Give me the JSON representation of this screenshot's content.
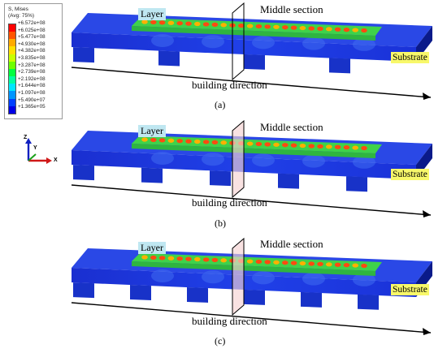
{
  "legend": {
    "title": "S, Mises",
    "subtitle": "(Avg: 75%)",
    "values": [
      "+6.572e+08",
      "+6.025e+08",
      "+5.477e+08",
      "+4.930e+08",
      "+4.382e+08",
      "+3.835e+08",
      "+3.287e+08",
      "+2.739e+08",
      "+2.192e+08",
      "+1.644e+08",
      "+1.097e+08",
      "+5.490e+07",
      "+1.365e+05"
    ],
    "colors": [
      "#ff0000",
      "#ff5500",
      "#ffaa00",
      "#ffe000",
      "#c8ff00",
      "#6eff00",
      "#00ff40",
      "#00ffa0",
      "#00e6ff",
      "#0096ff",
      "#0040ff",
      "#0000e6"
    ]
  },
  "axes": {
    "z": "Z",
    "y": "Y",
    "x": "X"
  },
  "panels": [
    {
      "layer_label": "Layer",
      "middle_label": "Middle section",
      "substrate_label": "Substrate",
      "direction_label": "building direction",
      "caption": "(a)"
    },
    {
      "layer_label": "Layer",
      "middle_label": "Middle section",
      "substrate_label": "Substrate",
      "direction_label": "building direction",
      "caption": "(b)"
    },
    {
      "layer_label": "Layer",
      "middle_label": "Middle section",
      "substrate_label": "Substrate",
      "direction_label": "building direction",
      "caption": "(c)"
    }
  ],
  "colors": {
    "substrate": "#1530d8",
    "substrate_dark": "#0a1a8a",
    "layer": "#3fd24a",
    "hot": "#ff4a10",
    "plane": "#f6d2d2"
  }
}
